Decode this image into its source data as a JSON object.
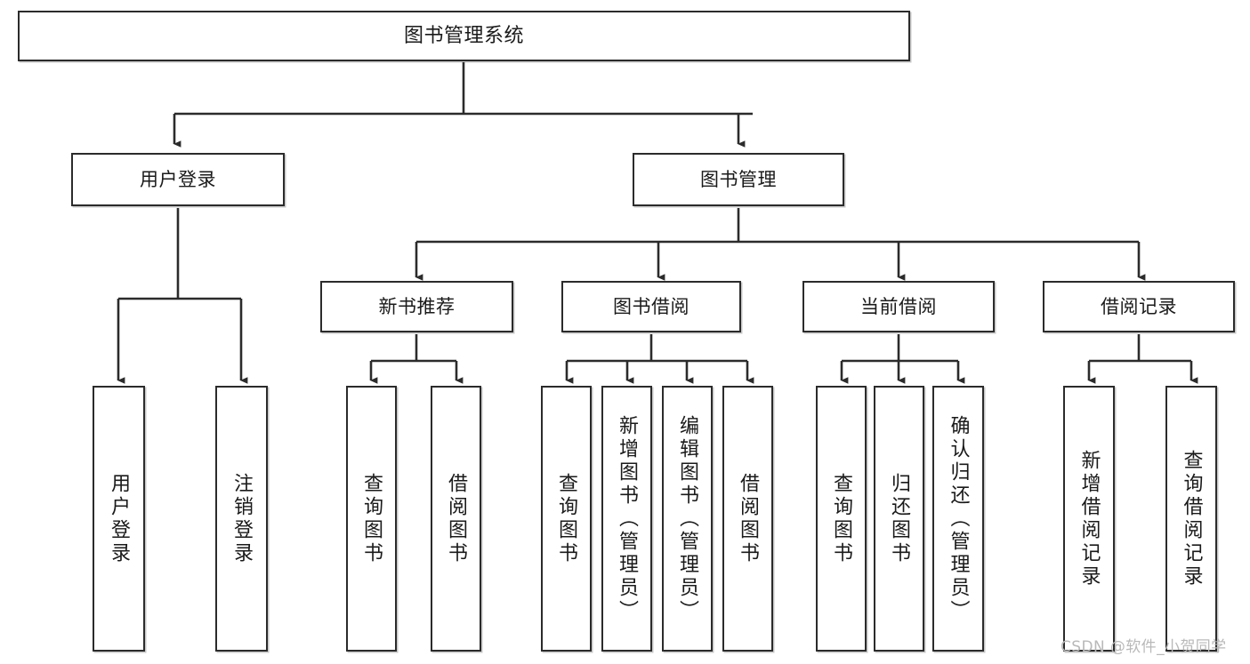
{
  "diagram": {
    "title": "图书管理系统",
    "type": "tree",
    "watermark": "CSDN @软件_小贺同学",
    "colors": {
      "stroke": "#2b2b2b",
      "fill": "#ffffff",
      "text": "#1a1a1a",
      "watermark": "#b9b9b9"
    },
    "levels": {
      "root": {
        "label": "图书管理系统"
      },
      "level1": [
        {
          "label": "用户登录"
        },
        {
          "label": "图书管理"
        }
      ],
      "level2": [
        {
          "label": "新书推荐"
        },
        {
          "label": "图书借阅"
        },
        {
          "label": "当前借阅"
        },
        {
          "label": "借阅记录"
        }
      ],
      "leaves": {
        "user_login": [
          {
            "label": "用户登录"
          },
          {
            "label": "注销登录"
          }
        ],
        "new_book_recommend": [
          {
            "label": "查询图书"
          },
          {
            "label": "借阅图书"
          }
        ],
        "book_borrow": [
          {
            "label": "查询图书"
          },
          {
            "label": "新增图书（管理员）"
          },
          {
            "label": "编辑图书（管理员）"
          },
          {
            "label": "借阅图书"
          }
        ],
        "current_borrow": [
          {
            "label": "查询图书"
          },
          {
            "label": "归还图书"
          },
          {
            "label": "确认归还（管理员）"
          }
        ],
        "borrow_record": [
          {
            "label": "新增借阅记录"
          },
          {
            "label": "查询借阅记录"
          }
        ]
      }
    }
  }
}
